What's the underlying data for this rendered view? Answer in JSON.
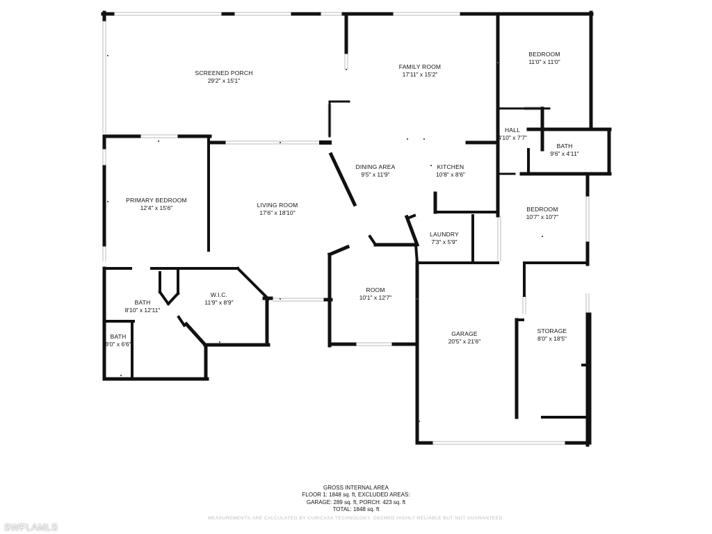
{
  "rooms": [
    {
      "id": "screened-porch",
      "name": "SCREENED PORCH",
      "dims": "29'2\" x 15'1\""
    },
    {
      "id": "family-room",
      "name": "FAMILY ROOM",
      "dims": "17'11\" x 15'2\""
    },
    {
      "id": "bedroom-ne",
      "name": "BEDROOM",
      "dims": "11'0\" x 11'0\""
    },
    {
      "id": "hall",
      "name": "HALL",
      "dims": "4'10\" x 7'7\""
    },
    {
      "id": "bath-east",
      "name": "BATH",
      "dims": "9'6\" x 4'11\""
    },
    {
      "id": "primary-bedroom",
      "name": "PRIMARY BEDROOM",
      "dims": "12'4\" x 15'6\""
    },
    {
      "id": "living-room",
      "name": "LIVING ROOM",
      "dims": "17'6\" x 18'10\""
    },
    {
      "id": "dining-area",
      "name": "DINING AREA",
      "dims": "9'5\" x 11'9\""
    },
    {
      "id": "kitchen",
      "name": "KITCHEN",
      "dims": "10'8\" x 8'6\""
    },
    {
      "id": "bedroom-e",
      "name": "BEDROOM",
      "dims": "10'7\" x 10'7\""
    },
    {
      "id": "laundry",
      "name": "LAUNDRY",
      "dims": "7'3\" x 5'9\""
    },
    {
      "id": "bath-primary",
      "name": "BATH",
      "dims": "8'10\" x 12'11\""
    },
    {
      "id": "wic",
      "name": "W.I.C.",
      "dims": "11'9\" x 8'9\""
    },
    {
      "id": "room",
      "name": "ROOM",
      "dims": "10'1\" x 12'7\""
    },
    {
      "id": "bath-small",
      "name": "BATH",
      "dims": "8'0\" x 6'6\""
    },
    {
      "id": "garage",
      "name": "GARAGE",
      "dims": "20'5\" x 21'6\""
    },
    {
      "id": "storage",
      "name": "STORAGE",
      "dims": "8'0\" x 18'5\""
    }
  ],
  "area_summary": {
    "title": "GROSS INTERNAL AREA",
    "floor": "FLOOR 1: 1848 sq. ft, EXCLUDED AREAS:",
    "excluded": "GARAGE: 289 sq. ft, PORCH: 423 sq. ft",
    "total": "TOTAL: 1848 sq. ft"
  },
  "disclaimer": "MEASUREMENTS ARE CALCULATED BY CUBICASA TECHNOLOGY. DEEMED HIGHLY RELIABLE BUT NOT GUARANTEED.",
  "watermark": "SWFLAMLS",
  "colors": {
    "wall": "#111111",
    "window": "#b9b9b9",
    "background": "#ffffff",
    "disclaimer": "#bdbdbd"
  }
}
